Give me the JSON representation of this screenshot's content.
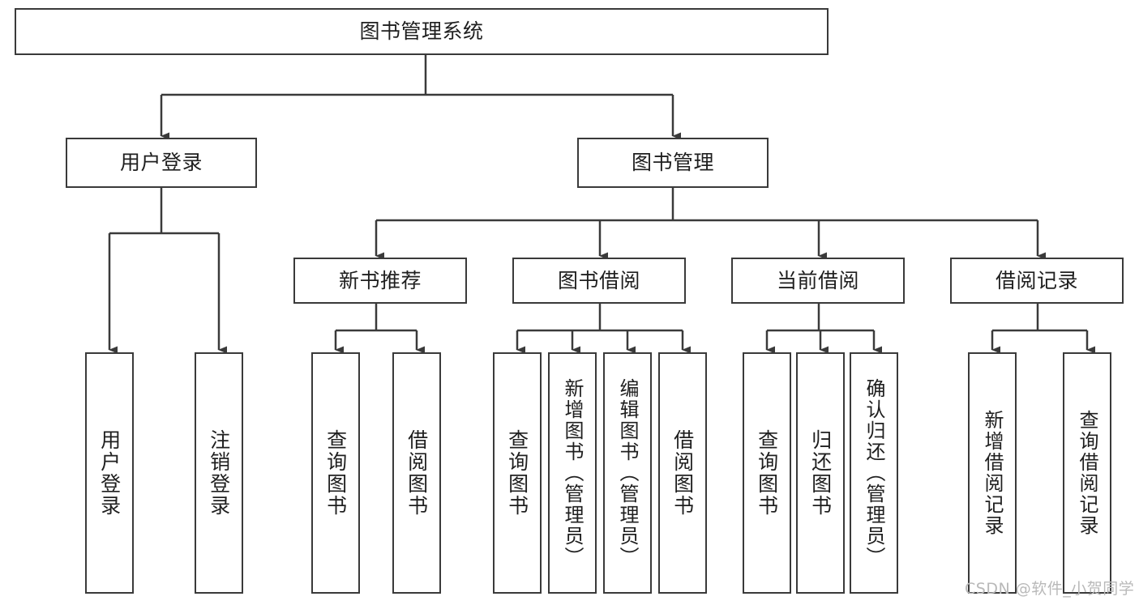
{
  "diagram": {
    "title": "图书管理系统",
    "type": "hierarchy-tree",
    "orientation": "top-down",
    "colors": {
      "box_border": "#3a3a3a",
      "box_fill": "#ffffff",
      "edge": "#3a3a3a",
      "text": "#1f1f1f",
      "watermark": "#b9b9b9",
      "background": "#ffffff"
    },
    "watermark": "CSDN @软件_小贺同学"
  },
  "nodes": {
    "root": {
      "label": "图书管理系统",
      "level": 0
    },
    "level1": [
      {
        "id": "user-login",
        "label": "用户登录"
      },
      {
        "id": "book-management",
        "label": "图书管理"
      }
    ],
    "level2": [
      {
        "id": "new-book-recommend",
        "label": "新书推荐",
        "parent": "book-management"
      },
      {
        "id": "book-borrow",
        "label": "图书借阅",
        "parent": "book-management"
      },
      {
        "id": "current-borrow",
        "label": "当前借阅",
        "parent": "book-management"
      },
      {
        "id": "borrow-record",
        "label": "借阅记录",
        "parent": "book-management"
      }
    ],
    "leaves": {
      "user-login": [
        {
          "id": "leaf-user-login",
          "label": "用户登录"
        },
        {
          "id": "leaf-user-logout",
          "label": "注销登录"
        }
      ],
      "new-book-recommend": [
        {
          "id": "leaf-query-book-1",
          "label": "查询图书"
        },
        {
          "id": "leaf-borrow-book-1",
          "label": "借阅图书"
        }
      ],
      "book-borrow": [
        {
          "id": "leaf-query-book-2",
          "label": "查询图书"
        },
        {
          "id": "leaf-add-book",
          "label": "新增图书（管理员）"
        },
        {
          "id": "leaf-edit-book",
          "label": "编辑图书（管理员）"
        },
        {
          "id": "leaf-borrow-book-2",
          "label": "借阅图书"
        }
      ],
      "current-borrow": [
        {
          "id": "leaf-query-book-3",
          "label": "查询图书"
        },
        {
          "id": "leaf-return-book",
          "label": "归还图书"
        },
        {
          "id": "leaf-confirm-return",
          "label": "确认归还（管理员）"
        }
      ],
      "borrow-record": [
        {
          "id": "leaf-add-record",
          "label": "新增借阅记录"
        },
        {
          "id": "leaf-query-record",
          "label": "查询借阅记录"
        }
      ]
    }
  }
}
